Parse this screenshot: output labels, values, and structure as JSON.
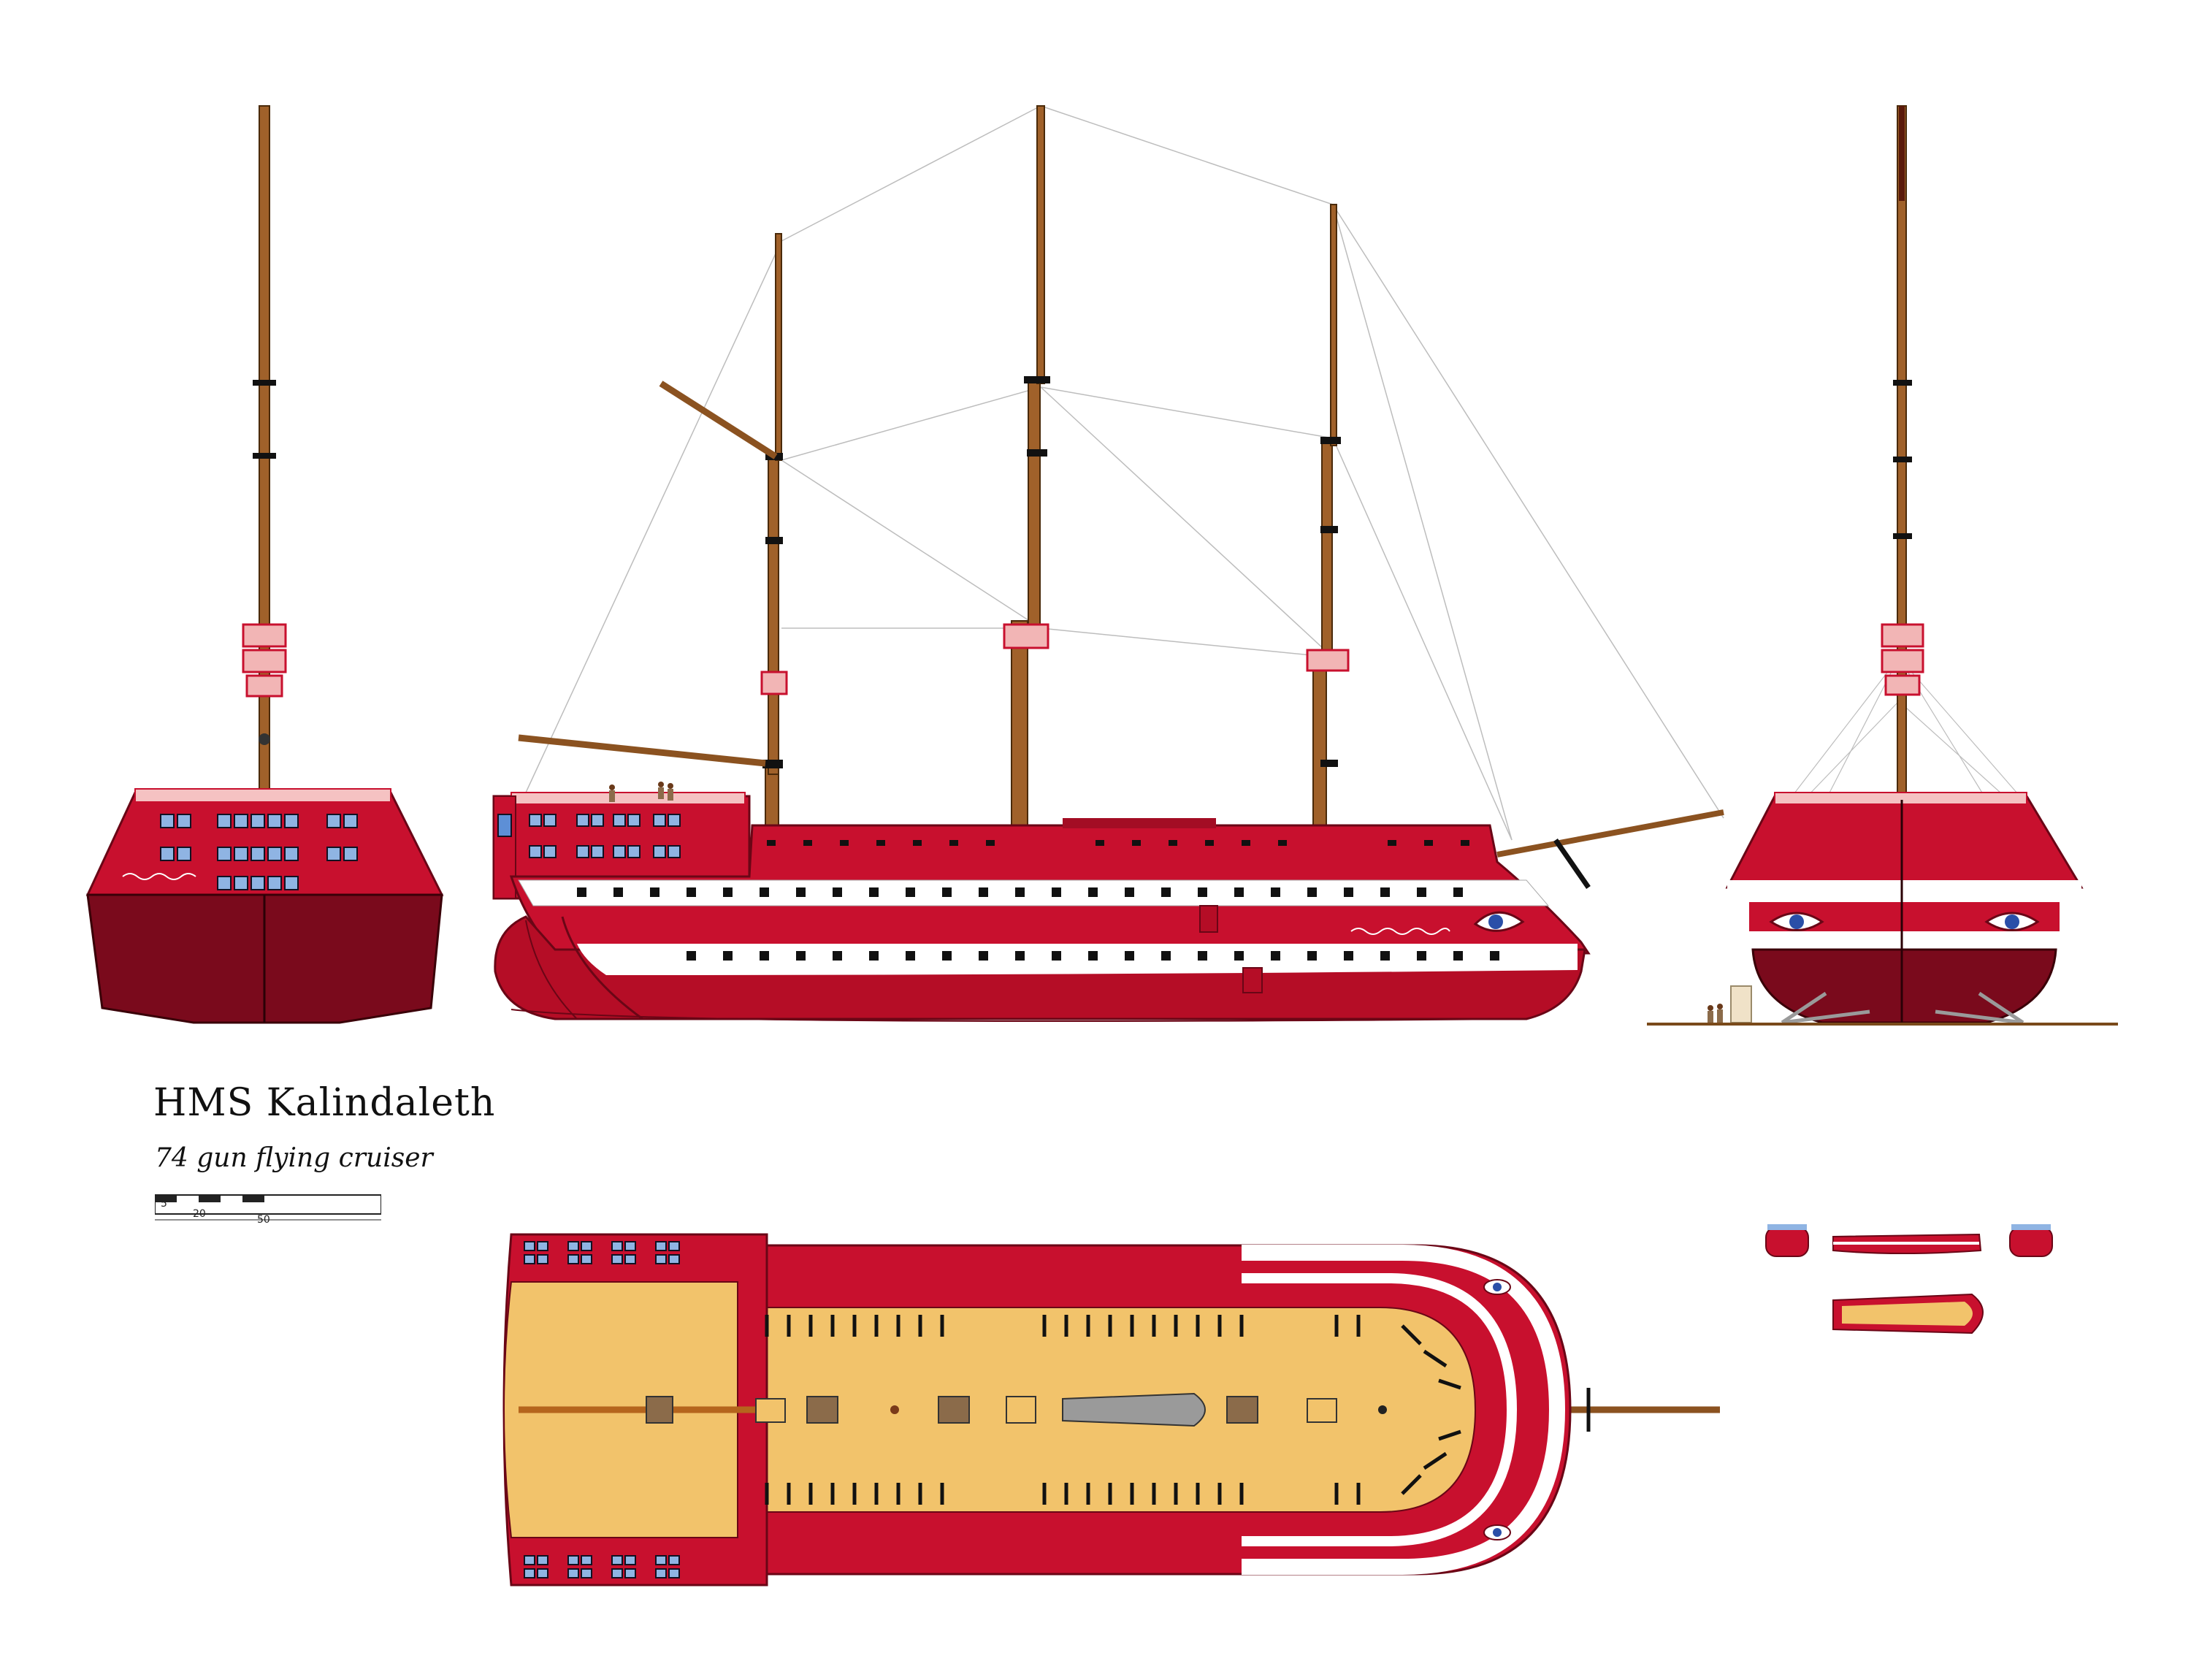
{
  "title": "HMS Kalindaleth",
  "subtitle": "74 gun flying cruiser",
  "scale": {
    "labels": [
      "5",
      "20",
      "50"
    ]
  },
  "colors": {
    "hull_red": "#c8102e",
    "hull_dark": "#8b0a1e",
    "hull_maroon": "#6a0616",
    "stripe_white": "#ffffff",
    "deck_wood": "#f2c36b",
    "mast_brown": "#a0612a",
    "window_blue": "#8fb4e3",
    "eye_blue": "#2a4fa8",
    "rigging": "#bdbdbd"
  },
  "icons": [
    "eye-icon",
    "cannon-icon",
    "hatch-icon",
    "figure-icon"
  ]
}
